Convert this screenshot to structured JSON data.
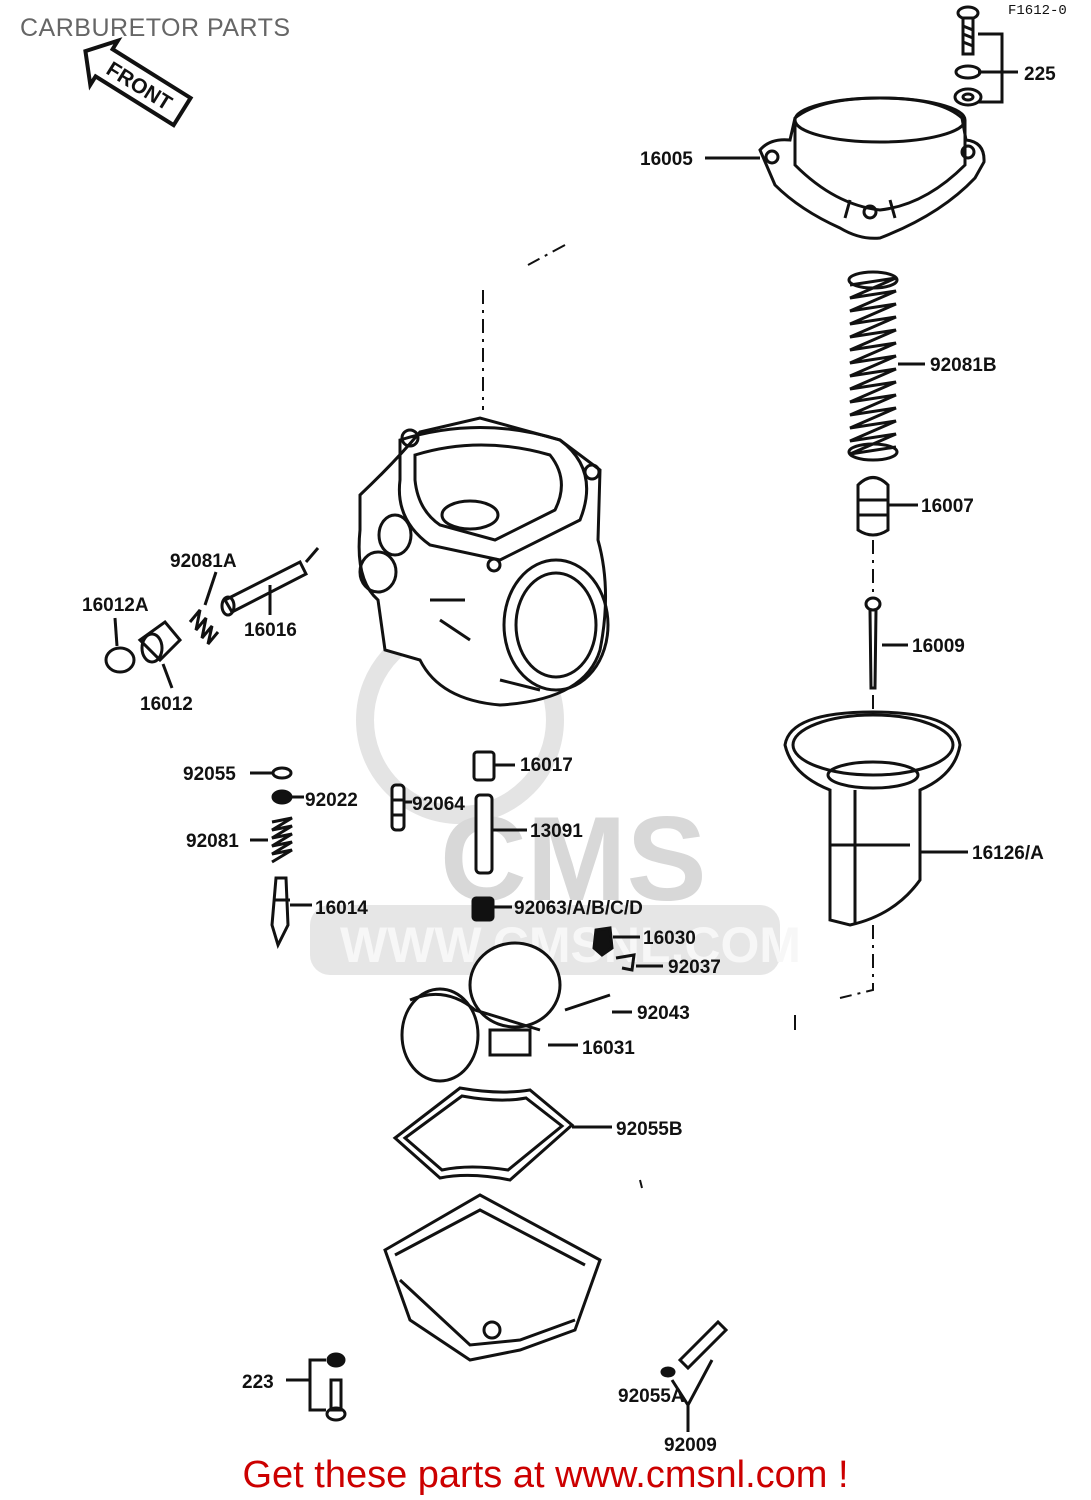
{
  "title": "CARBURETOR PARTS",
  "figure_code": "F1612-0",
  "front_arrow": "FRONT",
  "watermark": {
    "logo": "CMS",
    "url": "WWW.CMSNL.COM"
  },
  "labels": {
    "l225": "225",
    "l16005": "16005",
    "l92081B": "92081B",
    "l16007": "16007",
    "l16009": "16009",
    "l16126A": "16126/A",
    "l92081A": "92081A",
    "l16012A": "16012A",
    "l16016": "16016",
    "l16012": "16012",
    "l92055": "92055",
    "l92022": "92022",
    "l92064": "92064",
    "l16017": "16017",
    "l13091": "13091",
    "l92081": "92081",
    "l16014": "16014",
    "l92063": "92063/A/B/C/D",
    "l16030": "16030",
    "l92037": "92037",
    "l92043": "92043",
    "l16031": "16031",
    "l92055B": "92055B",
    "l223": "223",
    "l92055A": "92055A",
    "l92009": "92009"
  },
  "footer": {
    "text": "Get these parts at www.cmsnl.com !",
    "color": "#cc0000"
  },
  "colors": {
    "line": "#111111",
    "watermark": "#d8d8d8",
    "title": "#666666"
  }
}
